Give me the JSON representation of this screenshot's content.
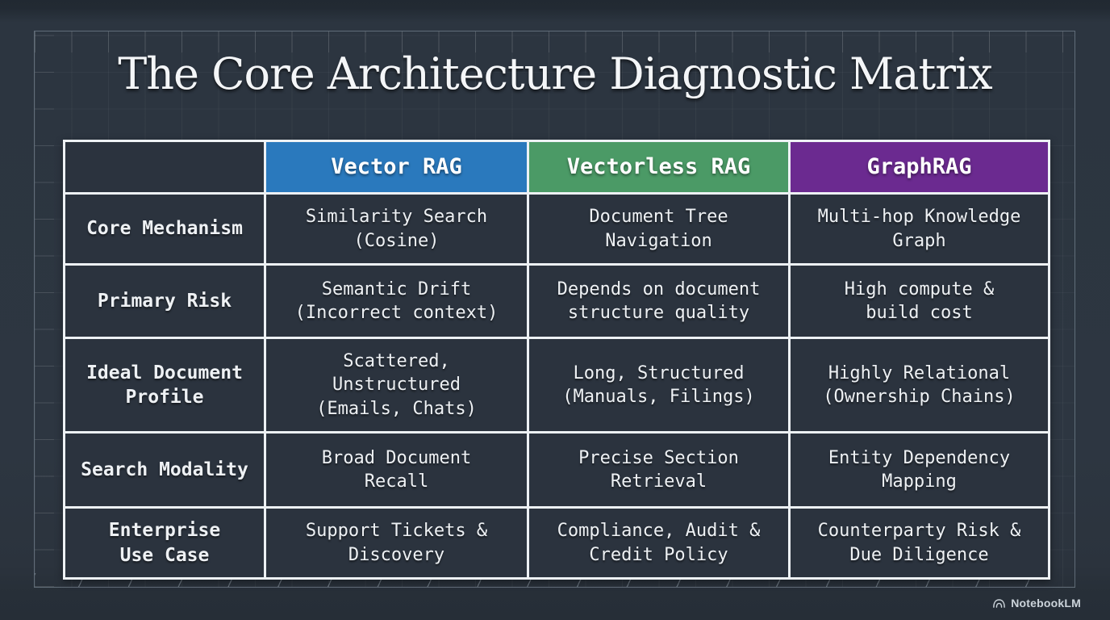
{
  "title": "The Core Architecture Diagnostic Matrix",
  "table": {
    "columns": [
      "",
      "Vector RAG",
      "Vectorless RAG",
      "GraphRAG"
    ],
    "column_colors": [
      "#2b333e",
      "#2a79bd",
      "#4b9a66",
      "#6b2a90"
    ],
    "rows": [
      {
        "label": "Core Mechanism",
        "cells": [
          "Similarity Search\n(Cosine)",
          "Document Tree\nNavigation",
          "Multi-hop Knowledge\nGraph"
        ]
      },
      {
        "label": "Primary Risk",
        "cells": [
          "Semantic Drift\n(Incorrect context)",
          "Depends on document\nstructure quality",
          "High compute &\nbuild cost"
        ]
      },
      {
        "label": "Ideal Document\nProfile",
        "cells": [
          "Scattered,\nUnstructured\n(Emails, Chats)",
          "Long, Structured\n(Manuals, Filings)",
          "Highly Relational\n(Ownership Chains)"
        ]
      },
      {
        "label": "Search Modality",
        "cells": [
          "Broad Document\nRecall",
          "Precise Section\nRetrieval",
          "Entity Dependency\nMapping"
        ]
      },
      {
        "label": "Enterprise\nUse Case",
        "cells": [
          "Support Tickets &\nDiscovery",
          "Compliance, Audit &\nCredit Policy",
          "Counterparty Risk &\nDue Diligence"
        ]
      }
    ]
  },
  "watermark": {
    "label": "NotebookLM",
    "icon": "notebooklm-logo-icon"
  }
}
